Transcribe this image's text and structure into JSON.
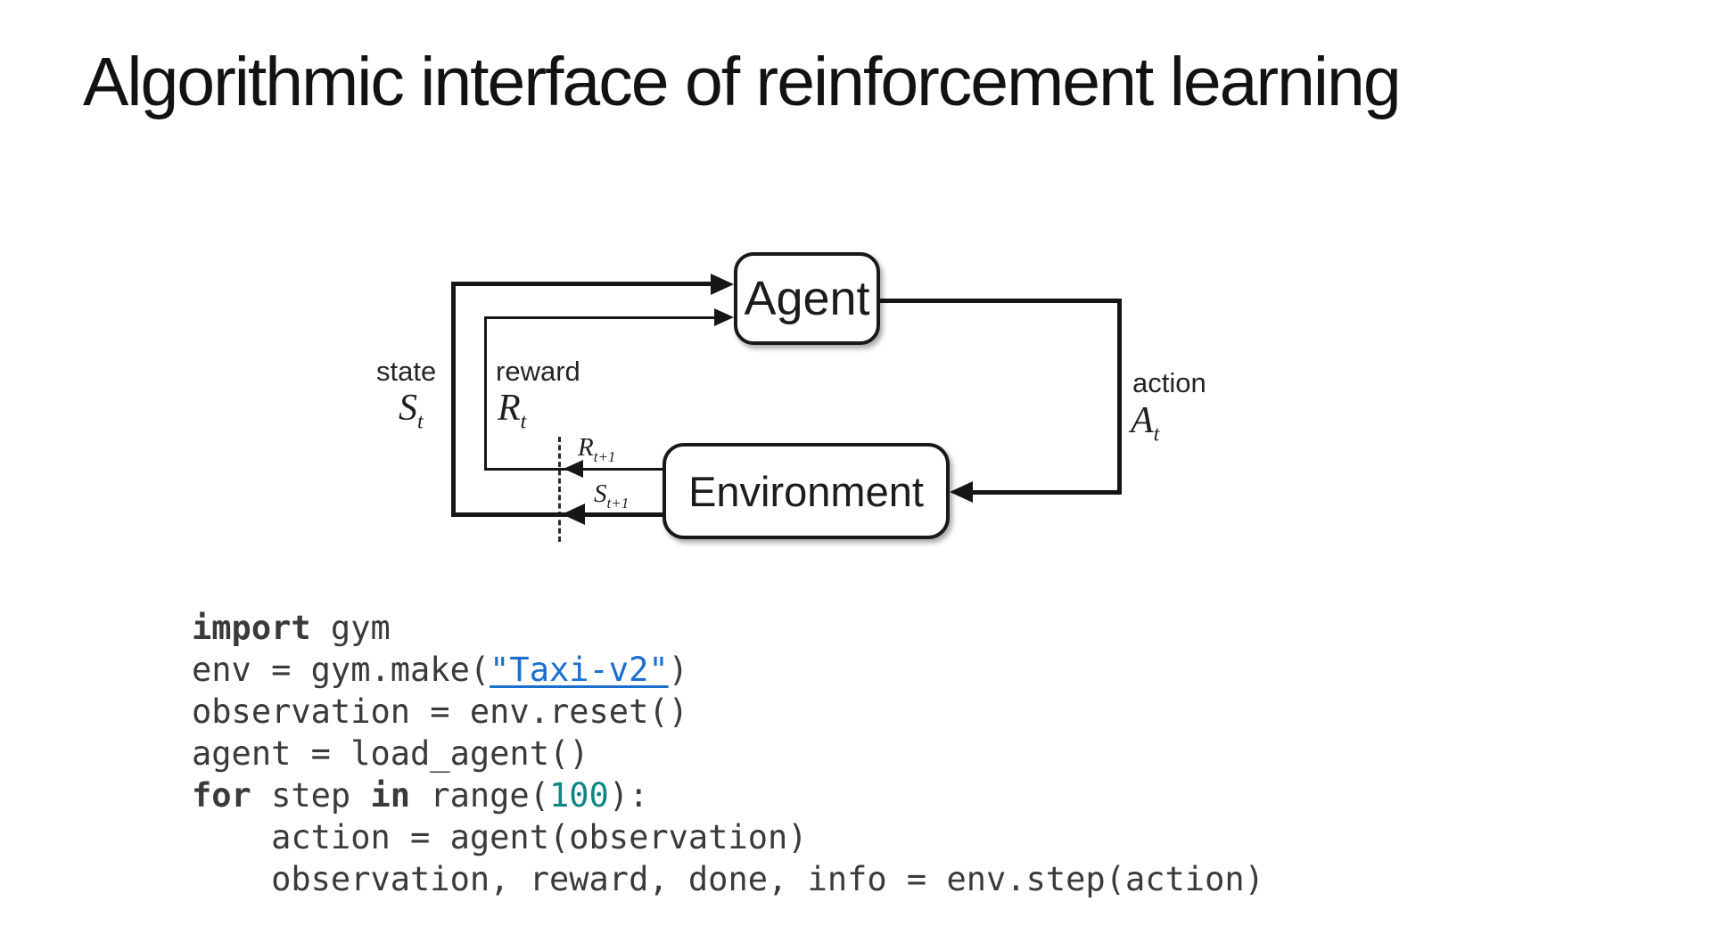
{
  "slide": {
    "title": "Algorithmic interface of reinforcement learning"
  },
  "diagram": {
    "agent_label": "Agent",
    "environment_label": "Environment",
    "state_label": "state",
    "state_symbol": "S",
    "state_symbol_sub": "t",
    "reward_label": "reward",
    "reward_symbol": "R",
    "reward_symbol_sub": "t",
    "action_label": "action",
    "action_symbol": "A",
    "action_symbol_sub": "t",
    "next_reward_symbol": "R",
    "next_reward_symbol_sub": "t+1",
    "next_state_symbol": "S",
    "next_state_symbol_sub": "t+1"
  },
  "code": {
    "lines": [
      [
        {
          "t": "import",
          "s": "kw"
        },
        {
          "t": " gym",
          "s": "plain"
        }
      ],
      [
        {
          "t": "env = gym.make(",
          "s": "plain"
        },
        {
          "t": "\"Taxi-v2\"",
          "s": "link"
        },
        {
          "t": ")",
          "s": "plain"
        }
      ],
      [
        {
          "t": "observation = env.reset()",
          "s": "plain"
        }
      ],
      [
        {
          "t": "agent = load_agent()",
          "s": "plain"
        }
      ],
      [
        {
          "t": "for",
          "s": "kw"
        },
        {
          "t": " step ",
          "s": "plain"
        },
        {
          "t": "in",
          "s": "kw"
        },
        {
          "t": " range(",
          "s": "plain"
        },
        {
          "t": "100",
          "s": "num"
        },
        {
          "t": "):",
          "s": "plain"
        }
      ],
      [
        {
          "t": "    action = agent(observation)",
          "s": "plain"
        }
      ],
      [
        {
          "t": "    observation, reward, done, info = env.step(action)",
          "s": "plain"
        }
      ]
    ]
  },
  "colors": {
    "ink": "#161616",
    "code_text": "#3a3a3a",
    "link_blue": "#1a6fce",
    "number_teal": "#0f8584"
  }
}
